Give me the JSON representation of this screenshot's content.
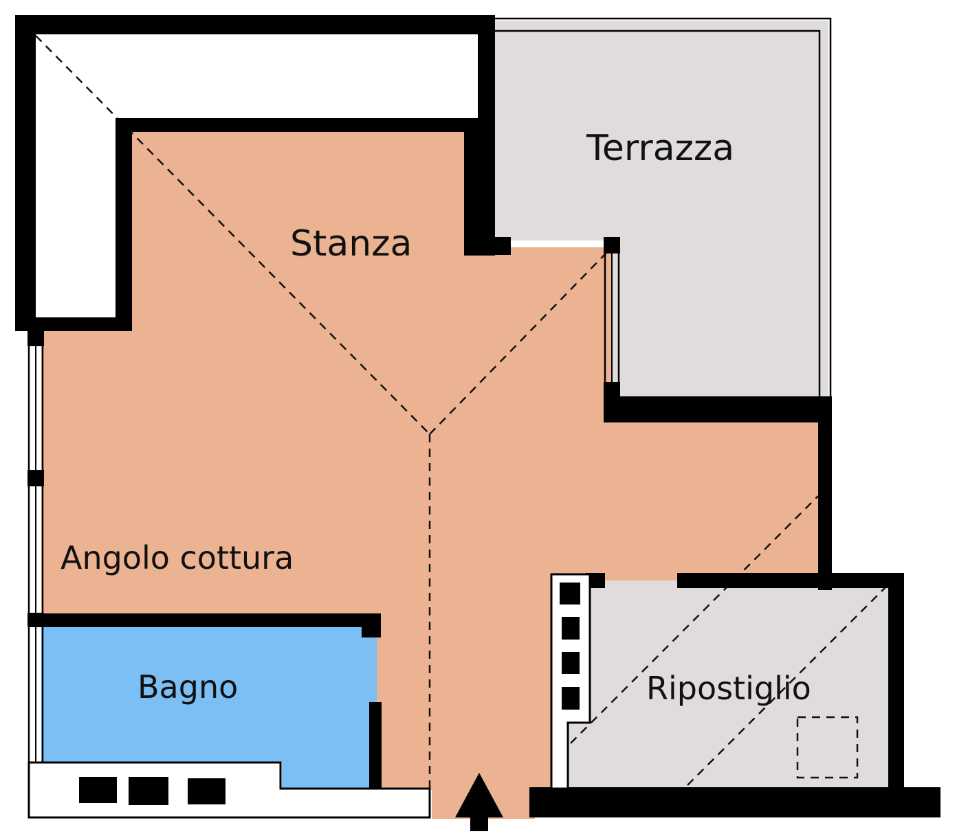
{
  "rooms": {
    "terrazza": "Terrazza",
    "stanza": "Stanza",
    "angolo_cottura": "Angolo cottura",
    "bagno": "Bagno",
    "ripostiglio": "Ripostiglio"
  },
  "colors": {
    "living": "#ebb391",
    "bathroom": "#7bbff5",
    "terrace": "#e0dcdc",
    "storage": "#e0dcdc",
    "wall": "#000000"
  },
  "icons": {
    "entrance": "entrance-arrow-icon"
  }
}
